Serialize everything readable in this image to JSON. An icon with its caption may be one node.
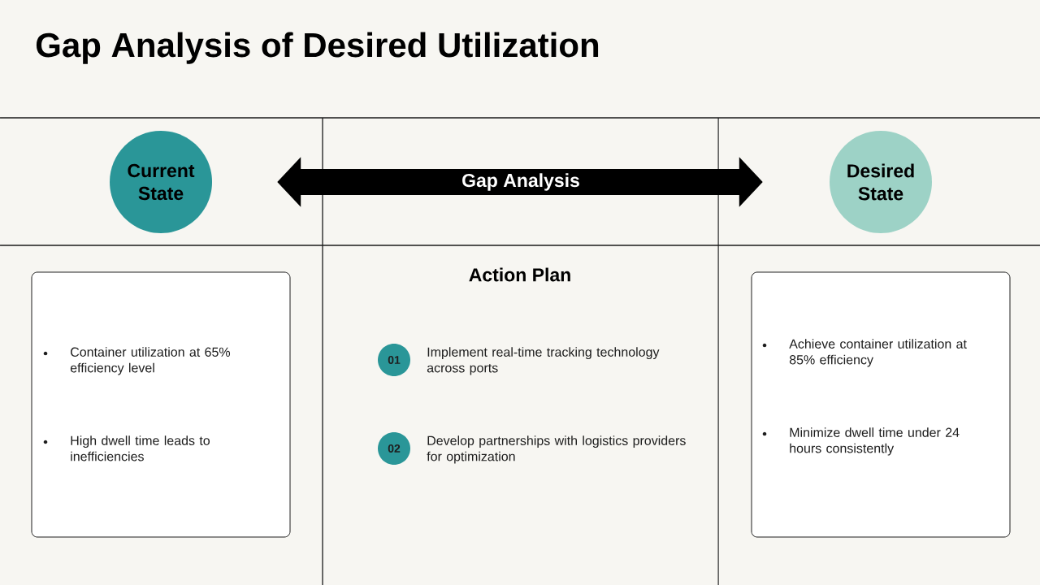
{
  "diagram": {
    "title": "Gap Analysis of Desired Utilization",
    "nodes": [
      {
        "text": [
          "Current State"
        ]
      },
      {
        "text": [
          "Desired State"
        ]
      },
      {
        "text": [
          "Container utilization at 65% efficiency level",
          "High dwell time leads to inefficiencies"
        ]
      },
      {
        "text": [
          "01"
        ],
        "beside": [
          "Implement real-time tracking technology across ports"
        ]
      },
      {
        "text": [
          "02"
        ],
        "beside": [
          "Develop partnerships with logistics providers for optimization"
        ]
      },
      {
        "text": [
          "Achieve container utilization at 85% efficiency",
          "Minimize dwell time under 24 hours consistently"
        ]
      }
    ],
    "edges": [
      {
        "from": 0,
        "to": 1,
        "arrow": "both",
        "label": "Gap Analysis"
      }
    ],
    "labels": [
      "Action Plan"
    ]
  }
}
